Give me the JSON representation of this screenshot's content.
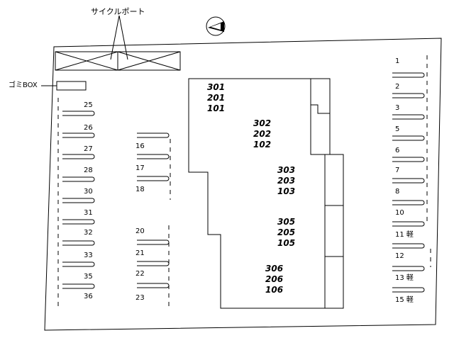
{
  "labels": {
    "cycle_port": "サイクルポート",
    "garbage_box": "ゴミBOX"
  },
  "compass": "north-arrow-icon",
  "left_col_a": [
    "25",
    "26",
    "27",
    "28",
    "30",
    "31",
    "32",
    "33",
    "35",
    "36"
  ],
  "left_col_b": [
    "16",
    "17",
    "18",
    "20",
    "21",
    "22",
    "23"
  ],
  "right_col": [
    "1",
    "2",
    "3",
    "5",
    "6",
    "7",
    "8",
    "10",
    "11 軽",
    "12",
    "13 軽",
    "15 軽"
  ],
  "units": [
    [
      "301",
      "201",
      "101"
    ],
    [
      "302",
      "202",
      "102"
    ],
    [
      "303",
      "203",
      "103"
    ],
    [
      "305",
      "205",
      "105"
    ],
    [
      "306",
      "206",
      "106"
    ]
  ],
  "colors": {
    "line": "#000000",
    "background": "#ffffff"
  }
}
